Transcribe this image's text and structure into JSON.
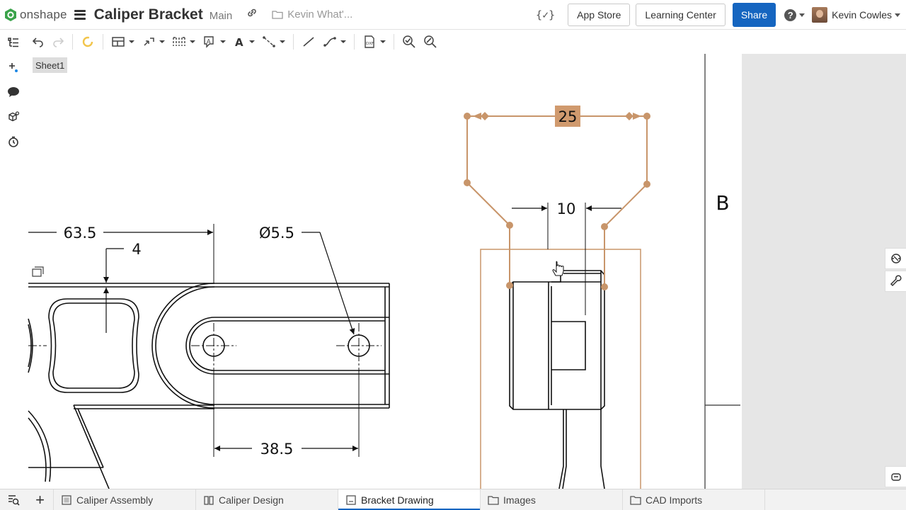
{
  "brand": {
    "name": "onshape"
  },
  "document": {
    "title": "Caliper Bracket",
    "workspace": "Main",
    "folder": "Kevin What'..."
  },
  "topbar": {
    "variables_icon": "{✓}",
    "app_store": "App Store",
    "learning_center": "Learning Center",
    "share": "Share",
    "help": "?",
    "user_name": "Kevin Cowles"
  },
  "sheet": {
    "name": "Sheet1"
  },
  "drawing": {
    "dim_63_5": "63.5",
    "dim_4": "4",
    "dim_dia_5_5": "Ø5.5",
    "dim_38_5": "38.5",
    "dim_10": "10",
    "dim_25": "25",
    "zone_letter": "B"
  },
  "tabs": [
    {
      "label": "Caliper Assembly",
      "icon": "assembly-icon"
    },
    {
      "label": "Caliper Design",
      "icon": "part-studio-icon"
    },
    {
      "label": "Bracket Drawing",
      "icon": "drawing-icon",
      "active": true
    },
    {
      "label": "Images",
      "icon": "folder-icon"
    },
    {
      "label": "CAD Imports",
      "icon": "folder-icon"
    }
  ],
  "colors": {
    "accent": "#1565c0",
    "selection": "#c8956a",
    "selection_label_bg": "#d09a6e"
  }
}
